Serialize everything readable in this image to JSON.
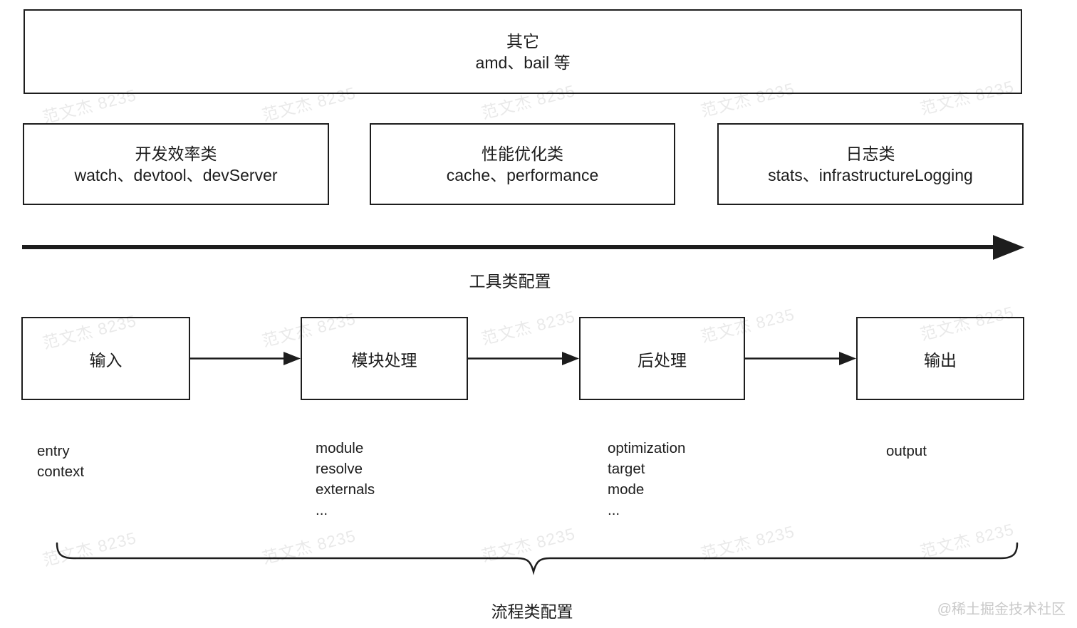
{
  "colors": {
    "ink": "#1d1d1d",
    "background": "#ffffff",
    "watermark": "rgba(0,0,0,0.085)",
    "credit": "#c9c9c9"
  },
  "other_box": {
    "title": "其它",
    "items": "amd、bail 等"
  },
  "category_boxes": [
    {
      "title": "开发效率类",
      "items": "watch、devtool、devServer"
    },
    {
      "title": "性能优化类",
      "items": "cache、performance"
    },
    {
      "title": "日志类",
      "items": "stats、infrastructureLogging"
    }
  ],
  "tool_axis_label": "工具类配置",
  "flow": {
    "nodes": [
      {
        "label": "输入",
        "props": [
          "entry",
          "context"
        ]
      },
      {
        "label": "模块处理",
        "props": [
          "module",
          "resolve",
          "externals",
          "..."
        ]
      },
      {
        "label": "后处理",
        "props": [
          "optimization",
          "target",
          "mode",
          "..."
        ]
      },
      {
        "label": "输出",
        "props": [
          "output"
        ]
      }
    ]
  },
  "process_axis_label": "流程类配置",
  "watermark_text": "范文杰 8235",
  "credit_text": "@稀土掘金技术社区"
}
